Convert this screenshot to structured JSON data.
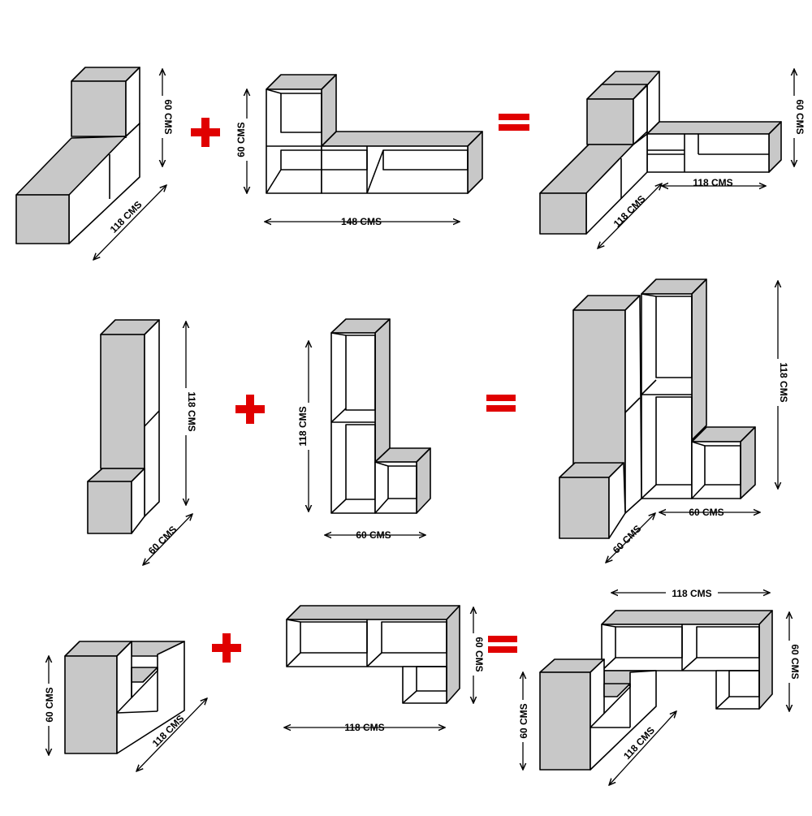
{
  "colors": {
    "stroke": "#000000",
    "gray_face": "#c8c8c8",
    "white_face": "#ffffff",
    "operator": "#e00000"
  },
  "rows": [
    {
      "left_depth_label": "118 CMS",
      "left_height_label": "60 CMS",
      "mid_height_label": "60 CMS",
      "mid_width_label": "148 CMS",
      "right_height_label": "60 CMS",
      "right_width_label": "118 CMS",
      "right_depth_label": "118 CMS"
    },
    {
      "left_height_label": "118 CMS",
      "left_depth_label": "60 CMS",
      "mid_height_label": "118 CMS",
      "mid_width_label": "60 CMS",
      "right_height_label": "118 CMS",
      "right_width_label": "60 CMS",
      "right_depth_label": "60 CMS"
    },
    {
      "left_height_label": "60 CMS",
      "left_depth_label": "118 CMS",
      "mid_height_label": "60 CMS",
      "mid_width_label": "118 CMS",
      "right_top_label": "118 CMS",
      "right_height_label": "60 CMS",
      "right_left_height_label": "60 CMS",
      "right_depth_label": "118 CMS"
    }
  ]
}
